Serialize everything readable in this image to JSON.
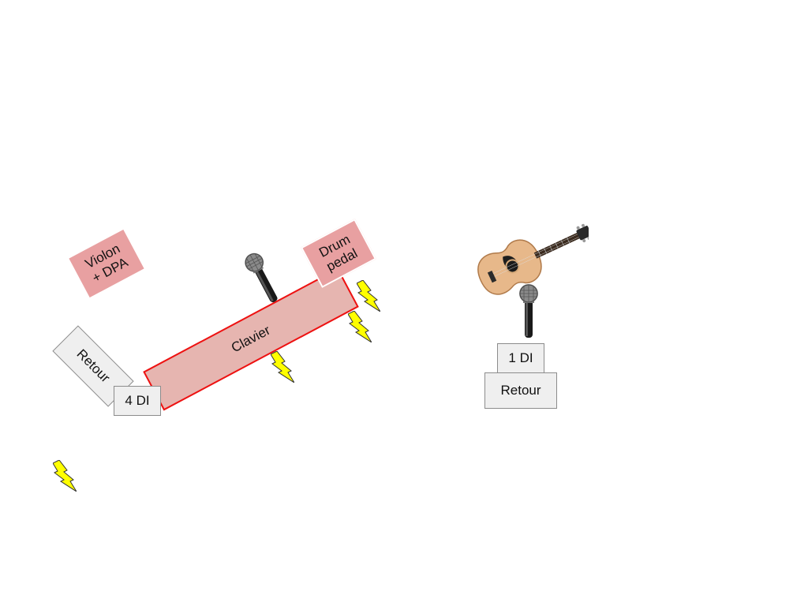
{
  "stage": {
    "violin_label_line1": "Violon",
    "violin_label_line2": "+ DPA",
    "keyboard_label": "Clavier",
    "drum_pedal_line1": "Drum",
    "drum_pedal_line2": "pedal",
    "monitor_left_label": "Retour",
    "di_left_label": "4 DI",
    "di_right_label": "1 DI",
    "monitor_right_label": "Retour"
  },
  "colors": {
    "violin_box": "#e8a0a1",
    "keyboard_fill": "#e6b5b0",
    "keyboard_border": "#ee1111",
    "equipment_box": "#efefef",
    "power_bolt": "#ffff00"
  },
  "icons": [
    "microphone-icon",
    "power-outlet-icon",
    "acoustic-guitar-icon"
  ]
}
